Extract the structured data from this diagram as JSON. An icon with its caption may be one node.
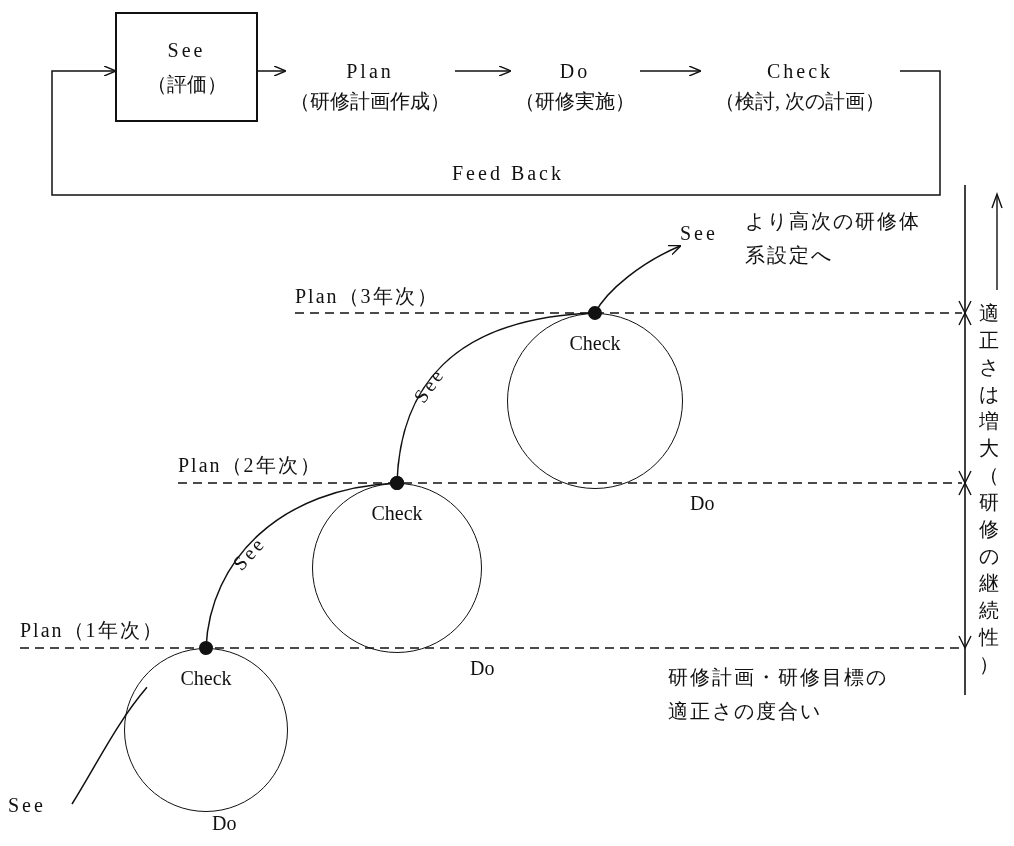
{
  "diagram": {
    "nodes": [
      {
        "text": [
          "See",
          "（評価）"
        ]
      },
      {
        "text": [
          "Plan",
          "（研修計画作成）"
        ]
      },
      {
        "text": [
          "Do",
          "（研修実施）"
        ]
      },
      {
        "text": [
          "Check",
          "（検討, 次の計画）"
        ]
      },
      {
        "text": [
          "See"
        ]
      },
      {
        "text": [
          "Check"
        ],
        "beside": [
          "Do"
        ]
      },
      {
        "text": [
          "Check"
        ],
        "beside": [
          "Do"
        ]
      },
      {
        "text": [
          "Check"
        ],
        "beside": [
          "Do"
        ]
      },
      {
        "text": [
          "See"
        ]
      }
    ],
    "edges": [
      {
        "from": 0,
        "to": 1,
        "arrow": "to"
      },
      {
        "from": 1,
        "to": 2,
        "arrow": "to"
      },
      {
        "from": 2,
        "to": 3,
        "arrow": "to"
      },
      {
        "from": 3,
        "to": 0,
        "arrow": "to",
        "label": "Feed Back"
      },
      {
        "from": 8,
        "to": 7,
        "arrow": "none"
      },
      {
        "from": 7,
        "to": 6,
        "arrow": "other",
        "label": "See"
      },
      {
        "from": 6,
        "to": 5,
        "arrow": "other",
        "label": "See"
      },
      {
        "from": 5,
        "to": 4,
        "arrow": "to"
      }
    ],
    "labels": [
      "より高次の研修体系設定へ",
      "Plan（3年次）",
      "Plan（2年次）",
      "Plan（1年次）",
      "適正さは増大（研修の継続性）",
      "研修計画・研修目標の適正さの度合い"
    ]
  }
}
